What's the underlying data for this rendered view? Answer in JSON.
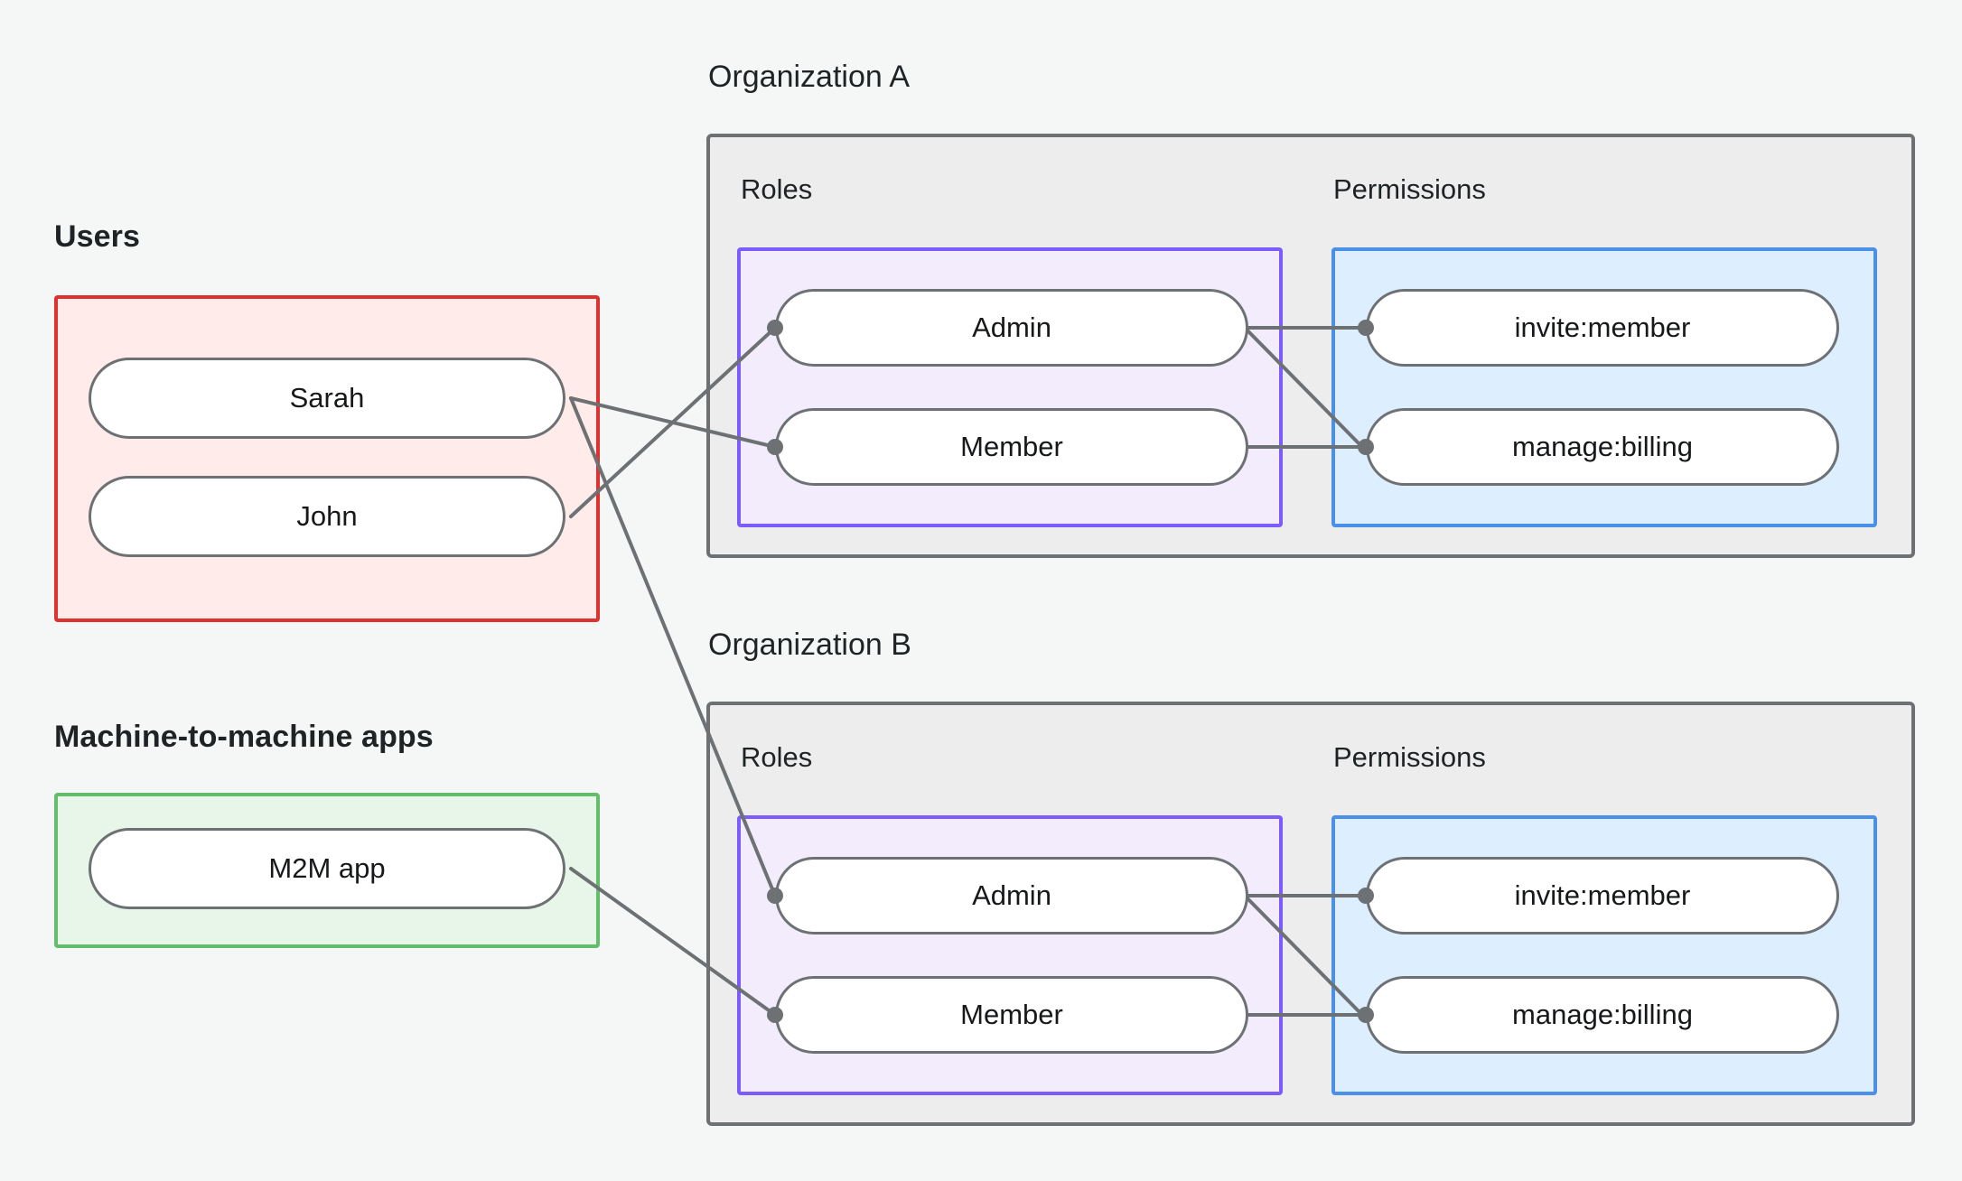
{
  "diagram": {
    "title_users": "Users",
    "title_m2m": "Machine-to-machine apps",
    "title_org_a": "Organization A",
    "title_org_b": "Organization B",
    "label_roles": "Roles",
    "label_permissions": "Permissions"
  },
  "users": {
    "heading": "Users",
    "items": [
      {
        "label": "Sarah"
      },
      {
        "label": "John"
      }
    ]
  },
  "m2m": {
    "heading": "Machine-to-machine apps",
    "items": [
      {
        "label": "M2M app"
      }
    ]
  },
  "org_a": {
    "heading": "Organization A",
    "roles_label": "Roles",
    "permissions_label": "Permissions",
    "roles": [
      {
        "label": "Admin"
      },
      {
        "label": "Member"
      }
    ],
    "permissions": [
      {
        "label": "invite:member"
      },
      {
        "label": "manage:billing"
      }
    ]
  },
  "org_b": {
    "heading": "Organization B",
    "roles_label": "Roles",
    "permissions_label": "Permissions",
    "roles": [
      {
        "label": "Admin"
      },
      {
        "label": "Member"
      }
    ],
    "permissions": [
      {
        "label": "invite:member"
      },
      {
        "label": "manage:billing"
      }
    ]
  },
  "edges": [
    {
      "from": "Sarah",
      "to": "Organization A / Member"
    },
    {
      "from": "Sarah",
      "to": "Organization B / Admin"
    },
    {
      "from": "John",
      "to": "Organization A / Admin"
    },
    {
      "from": "M2M app",
      "to": "Organization B / Member"
    },
    {
      "from": "Organization A / Admin",
      "to": "Organization A / invite:member"
    },
    {
      "from": "Organization A / Admin",
      "to": "Organization A / manage:billing"
    },
    {
      "from": "Organization A / Member",
      "to": "Organization A / manage:billing"
    },
    {
      "from": "Organization B / Admin",
      "to": "Organization B / invite:member"
    },
    {
      "from": "Organization B / Admin",
      "to": "Organization B / manage:billing"
    },
    {
      "from": "Organization B / Member",
      "to": "Organization B / manage:billing"
    }
  ],
  "colors": {
    "background": "#f4f7f6",
    "users_border": "#e03131",
    "users_fill": "#ffebe9",
    "m2m_border": "#63bd6a",
    "m2m_fill": "#e8f6e9",
    "org_border": "#6d7173",
    "org_fill": "#ecedec",
    "roles_border": "#7c5cff",
    "roles_fill": "#f2ecfd",
    "permissions_border": "#4a90e8",
    "permissions_fill": "#ddeeff",
    "node_border": "#6d7173",
    "node_fill": "#ffffff",
    "edge": "#6d7173",
    "text": "#16181a"
  }
}
